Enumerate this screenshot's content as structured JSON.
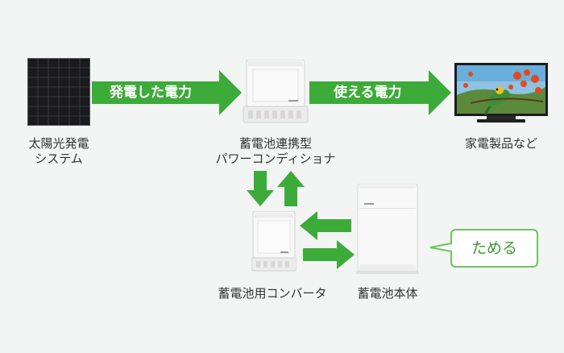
{
  "colors": {
    "background": "#f3f4f4",
    "arrow_green": "#3dab3a",
    "bubble_border": "#6cc55e",
    "bubble_text": "#3a9a33",
    "text": "#333333"
  },
  "nodes": {
    "solar": {
      "label_line1": "太陽光発電",
      "label_line2": "システム"
    },
    "conditioner": {
      "label_line1": "蓄電池連携型",
      "label_line2": "パワーコンディショナ"
    },
    "appliance": {
      "label": "家電製品など"
    },
    "converter": {
      "label": "蓄電池用コンバータ"
    },
    "battery": {
      "label": "蓄電池本体"
    }
  },
  "arrows": {
    "generated_power": "発電した電力",
    "usable_power": "使える電力"
  },
  "callout": {
    "text": "ためる"
  }
}
